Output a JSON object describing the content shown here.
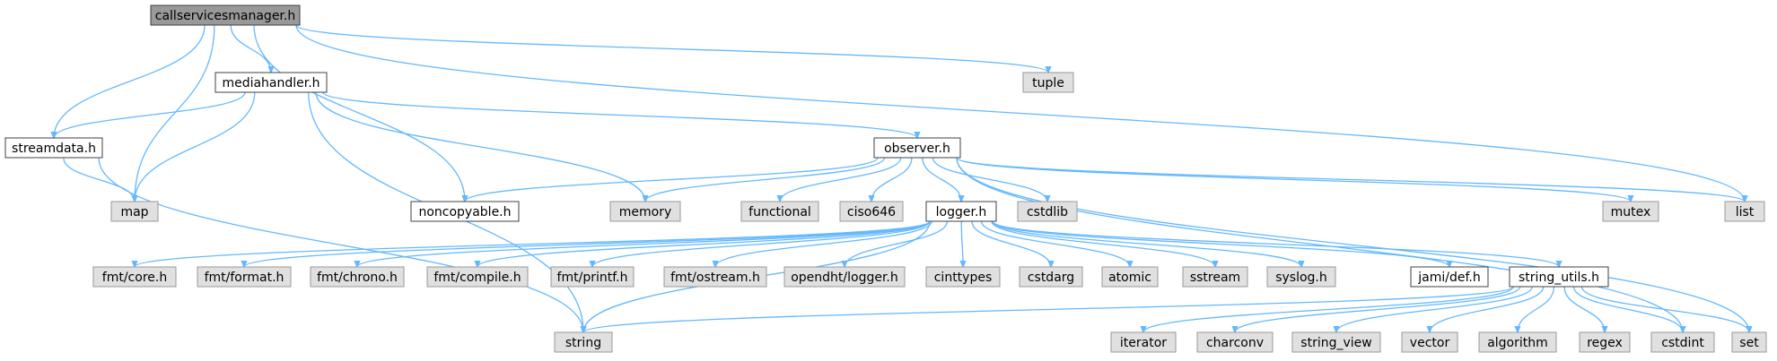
{
  "nodes": [
    {
      "id": "callservicesmanager",
      "label": "callservicesmanager.h",
      "kind": "root"
    },
    {
      "id": "mediahandler",
      "label": "mediahandler.h",
      "kind": "doc"
    },
    {
      "id": "tuple",
      "label": "tuple",
      "kind": "sys"
    },
    {
      "id": "streamdata",
      "label": "streamdata.h",
      "kind": "doc"
    },
    {
      "id": "observer",
      "label": "observer.h",
      "kind": "doc"
    },
    {
      "id": "map",
      "label": "map",
      "kind": "sys"
    },
    {
      "id": "noncopyable",
      "label": "noncopyable.h",
      "kind": "doc"
    },
    {
      "id": "memory",
      "label": "memory",
      "kind": "sys"
    },
    {
      "id": "functional",
      "label": "functional",
      "kind": "sys"
    },
    {
      "id": "ciso646",
      "label": "ciso646",
      "kind": "sys"
    },
    {
      "id": "logger",
      "label": "logger.h",
      "kind": "doc"
    },
    {
      "id": "cstdlib",
      "label": "cstdlib",
      "kind": "sys"
    },
    {
      "id": "mutex",
      "label": "mutex",
      "kind": "sys"
    },
    {
      "id": "list",
      "label": "list",
      "kind": "sys"
    },
    {
      "id": "fmt_core",
      "label": "fmt/core.h",
      "kind": "sys"
    },
    {
      "id": "fmt_format",
      "label": "fmt/format.h",
      "kind": "sys"
    },
    {
      "id": "fmt_chrono",
      "label": "fmt/chrono.h",
      "kind": "sys"
    },
    {
      "id": "fmt_compile",
      "label": "fmt/compile.h",
      "kind": "sys"
    },
    {
      "id": "fmt_printf",
      "label": "fmt/printf.h",
      "kind": "sys"
    },
    {
      "id": "fmt_ostream",
      "label": "fmt/ostream.h",
      "kind": "sys"
    },
    {
      "id": "opendht_logger",
      "label": "opendht/logger.h",
      "kind": "sys"
    },
    {
      "id": "cinttypes",
      "label": "cinttypes",
      "kind": "sys"
    },
    {
      "id": "cstdarg",
      "label": "cstdarg",
      "kind": "sys"
    },
    {
      "id": "atomic",
      "label": "atomic",
      "kind": "sys"
    },
    {
      "id": "sstream",
      "label": "sstream",
      "kind": "sys"
    },
    {
      "id": "syslog",
      "label": "syslog.h",
      "kind": "sys"
    },
    {
      "id": "jami_def",
      "label": "jami/def.h",
      "kind": "doc"
    },
    {
      "id": "string_utils",
      "label": "string_utils.h",
      "kind": "doc"
    },
    {
      "id": "string",
      "label": "string",
      "kind": "sys"
    },
    {
      "id": "iterator",
      "label": "iterator",
      "kind": "sys"
    },
    {
      "id": "charconv",
      "label": "charconv",
      "kind": "sys"
    },
    {
      "id": "string_view",
      "label": "string_view",
      "kind": "sys"
    },
    {
      "id": "vector",
      "label": "vector",
      "kind": "sys"
    },
    {
      "id": "algorithm",
      "label": "algorithm",
      "kind": "sys"
    },
    {
      "id": "regex",
      "label": "regex",
      "kind": "sys"
    },
    {
      "id": "cstdint",
      "label": "cstdint",
      "kind": "sys"
    },
    {
      "id": "set",
      "label": "set",
      "kind": "sys"
    }
  ],
  "edges": [
    [
      "callservicesmanager",
      "mediahandler"
    ],
    [
      "callservicesmanager",
      "tuple"
    ],
    [
      "callservicesmanager",
      "streamdata"
    ],
    [
      "callservicesmanager",
      "map"
    ],
    [
      "callservicesmanager",
      "noncopyable"
    ],
    [
      "callservicesmanager",
      "list"
    ],
    [
      "mediahandler",
      "streamdata"
    ],
    [
      "mediahandler",
      "map"
    ],
    [
      "mediahandler",
      "observer"
    ],
    [
      "mediahandler",
      "memory"
    ],
    [
      "mediahandler",
      "string"
    ],
    [
      "streamdata",
      "map"
    ],
    [
      "streamdata",
      "string"
    ],
    [
      "observer",
      "noncopyable"
    ],
    [
      "observer",
      "memory"
    ],
    [
      "observer",
      "functional"
    ],
    [
      "observer",
      "ciso646"
    ],
    [
      "observer",
      "logger"
    ],
    [
      "observer",
      "cstdlib"
    ],
    [
      "observer",
      "mutex"
    ],
    [
      "observer",
      "list"
    ],
    [
      "observer",
      "cstdint"
    ],
    [
      "observer",
      "set"
    ],
    [
      "logger",
      "fmt_core"
    ],
    [
      "logger",
      "fmt_format"
    ],
    [
      "logger",
      "fmt_chrono"
    ],
    [
      "logger",
      "fmt_compile"
    ],
    [
      "logger",
      "fmt_printf"
    ],
    [
      "logger",
      "fmt_ostream"
    ],
    [
      "logger",
      "opendht_logger"
    ],
    [
      "logger",
      "cinttypes"
    ],
    [
      "logger",
      "cstdarg"
    ],
    [
      "logger",
      "atomic"
    ],
    [
      "logger",
      "sstream"
    ],
    [
      "logger",
      "syslog"
    ],
    [
      "logger",
      "jami_def"
    ],
    [
      "logger",
      "string_utils"
    ],
    [
      "logger",
      "string"
    ],
    [
      "string_utils",
      "string"
    ],
    [
      "string_utils",
      "iterator"
    ],
    [
      "string_utils",
      "charconv"
    ],
    [
      "string_utils",
      "string_view"
    ],
    [
      "string_utils",
      "vector"
    ],
    [
      "string_utils",
      "algorithm"
    ],
    [
      "string_utils",
      "regex"
    ],
    [
      "string_utils",
      "cstdint"
    ],
    [
      "string_utils",
      "set"
    ]
  ],
  "colors": {
    "edge": "#63b8ff",
    "root_fill": "#999999",
    "system_fill": "#e0e0e0",
    "document_fill": "#ffffff",
    "border": "#404040"
  }
}
